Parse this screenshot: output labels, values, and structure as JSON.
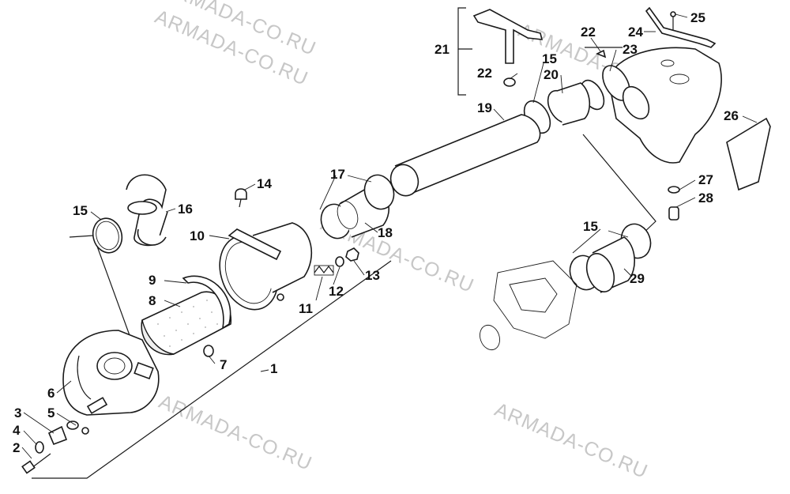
{
  "watermarks": [
    "ARMADA-CO.RU",
    "ARMADA-CO.RU",
    "ARMADA-CO.RU",
    "ARMADA-CO.RU",
    "ARMADA-CO.RU",
    "ARMADA-CO.RU"
  ],
  "callouts": [
    "1",
    "2",
    "3",
    "4",
    "5",
    "6",
    "7",
    "8",
    "9",
    "10",
    "11",
    "12",
    "13",
    "14",
    "15",
    "15",
    "15",
    "16",
    "17",
    "18",
    "19",
    "20",
    "21",
    "22",
    "22",
    "23",
    "24",
    "25",
    "26",
    "27",
    "28",
    "29"
  ],
  "colors": {
    "line": "#1a1a1a",
    "watermark": "#c7c7c7",
    "background": "#ffffff"
  }
}
